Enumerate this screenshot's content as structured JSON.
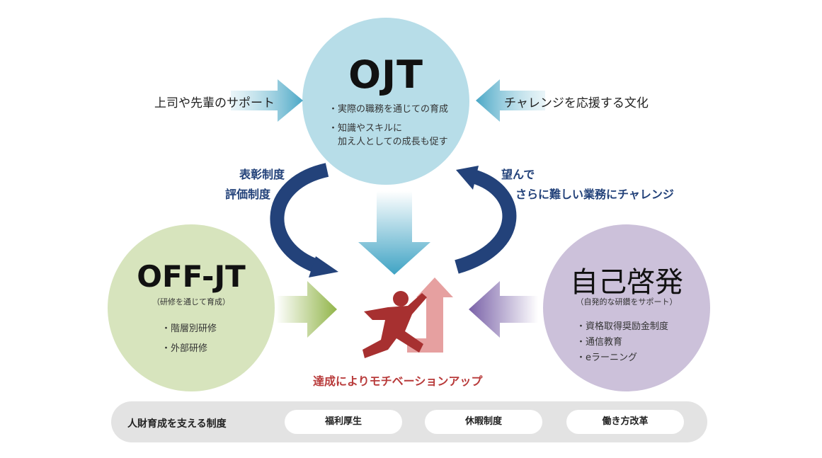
{
  "ojt": {
    "title": "OJT",
    "bullets": [
      "・実際の職務を通じての育成",
      "・知識やスキルに",
      "加え人としての成長も促す"
    ]
  },
  "off_jt": {
    "title": "OFF-JT",
    "subtitle": "（研修を通じて育成）",
    "bullets": [
      "・階層別研修",
      "・外部研修"
    ]
  },
  "self_dev": {
    "title": "自己啓発",
    "subtitle": "（自発的な研鑽をサポート）",
    "bullets": [
      "・資格取得奨励金制度",
      "・通信教育",
      "・eラーニング"
    ]
  },
  "inputs": {
    "left": "上司や先輩のサポート",
    "right": "チャレンジを応援する文化"
  },
  "feedback": {
    "left": [
      "表彰制度",
      "評価制度"
    ],
    "right": [
      "望んで",
      "さらに難しい業務にチャレンジ"
    ]
  },
  "outcome": "達成によりモチベーションアップ",
  "support": {
    "title": "人財育成を支える制度",
    "items": [
      "福利厚生",
      "休暇制度",
      "働き方改革"
    ]
  },
  "colors": {
    "ojt_circle": "#b7dde8",
    "off_circle": "#d7e4bd",
    "self_circle": "#ccc1da",
    "blue_arrow": "#23427a",
    "accent_red": "#b83a3a",
    "footer_bar": "#e3e3e3"
  }
}
